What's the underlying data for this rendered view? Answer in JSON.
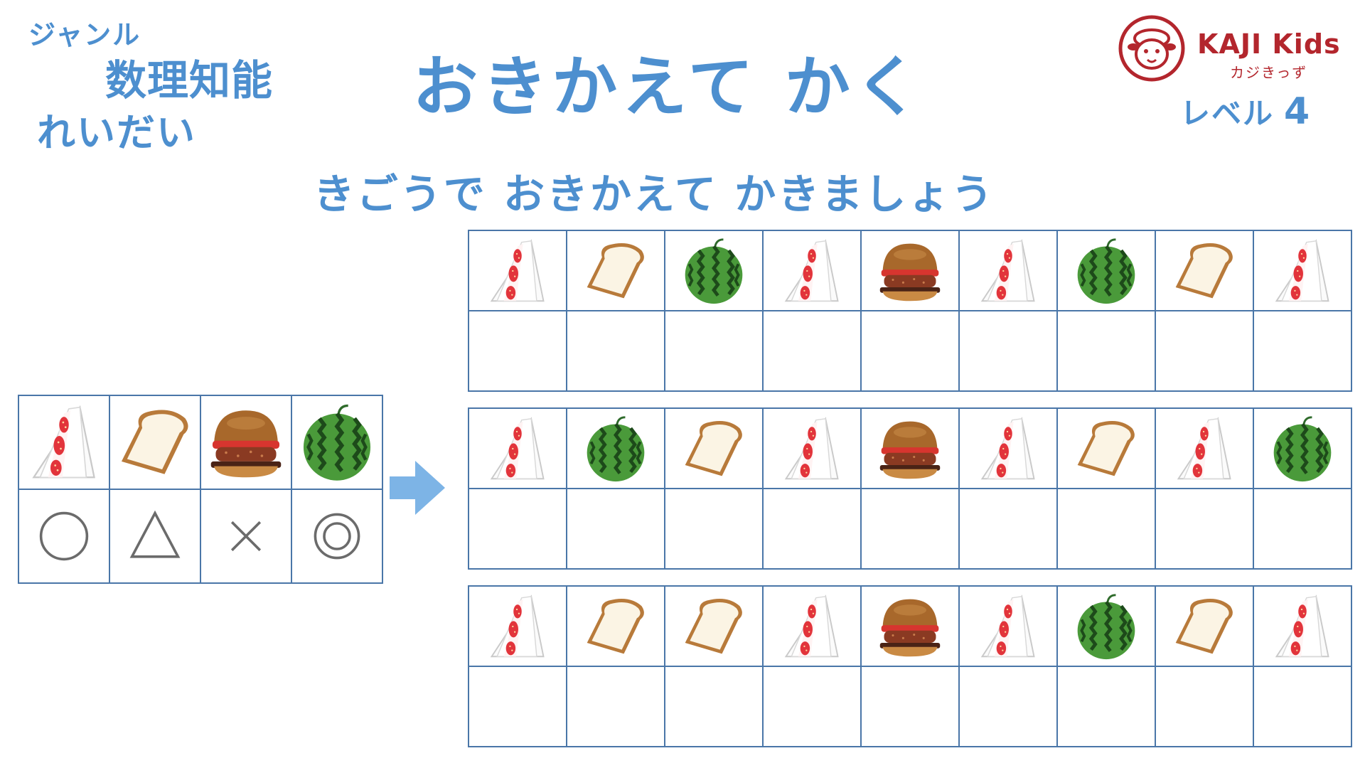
{
  "header": {
    "genre_label": "ジャンル",
    "genre_name": "数理知能",
    "example_label": "れいだい",
    "title": "おきかえて かく",
    "instruction": "きごうで おきかえて かきましょう",
    "level_label": "レベル",
    "level_number": "4"
  },
  "logo": {
    "brand": "KAJI Kids",
    "sub": "カジきっず"
  },
  "colors": {
    "heading_blue": "#4d8fcf",
    "grid_line": "#4a76a8",
    "arrow": "#7db4e6",
    "logo_red": "#b3262d"
  },
  "key": {
    "items": [
      "fruit-sandwich",
      "bread",
      "hamburger",
      "watermelon"
    ],
    "symbols": [
      "circle",
      "triangle",
      "cross",
      "double-circle"
    ]
  },
  "rows": [
    [
      "fruit-sandwich",
      "bread",
      "watermelon",
      "fruit-sandwich",
      "hamburger",
      "fruit-sandwich",
      "watermelon",
      "bread",
      "fruit-sandwich"
    ],
    [
      "fruit-sandwich",
      "watermelon",
      "bread",
      "fruit-sandwich",
      "hamburger",
      "fruit-sandwich",
      "bread",
      "fruit-sandwich",
      "watermelon"
    ],
    [
      "fruit-sandwich",
      "bread",
      "bread",
      "fruit-sandwich",
      "hamburger",
      "fruit-sandwich",
      "watermelon",
      "bread",
      "fruit-sandwich"
    ]
  ]
}
